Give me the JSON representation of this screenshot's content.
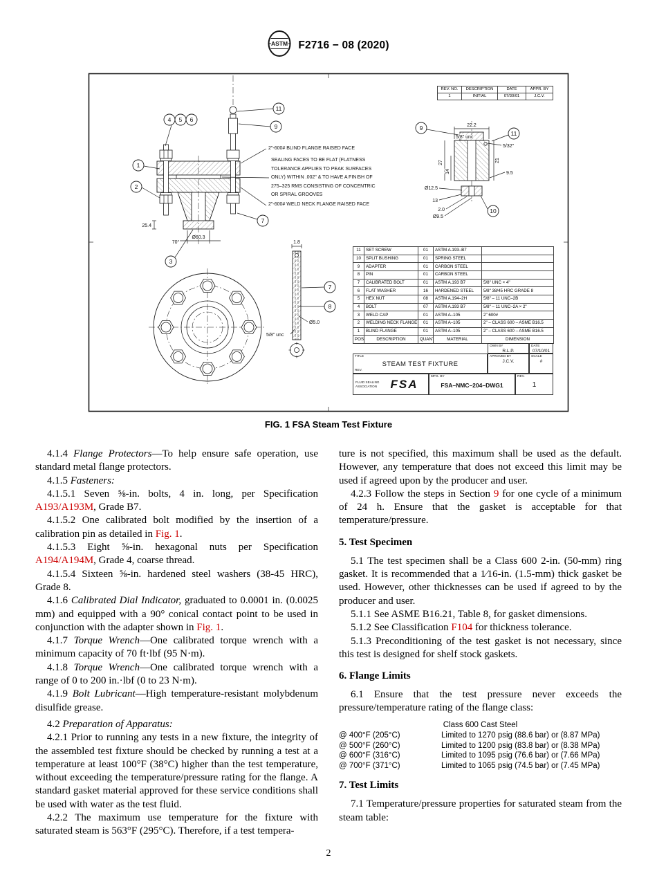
{
  "header": {
    "designation": "F2716 − 08 (2020)",
    "logo_text": "ASTM"
  },
  "figure": {
    "caption": "FIG. 1 FSA Steam Test Fixture",
    "rev_table": {
      "headers": [
        "REV. NO.",
        "DESCRIPTION",
        "DATE",
        "APPR. BY"
      ],
      "rows": [
        [
          "1",
          "INITIAL",
          "07/30/01",
          "J.C.V."
        ]
      ]
    },
    "annotations": {
      "blind": "2\"-600# BLIND FLANGE RAISED FACE",
      "sealing": "SEALING FACES TO BE FLAT (FLATNESS TOLERANCE APPLIES TO PEAK SURFACES ONLY) WITHIN .002\" & TO HAVE A FINISH OF 275–325 RMS CONSISTING OF CONCENTRIC OR SPIRAL GROOVES",
      "weld": "2\"-600# WELD NECK FLANGE RAISED FACE"
    },
    "balloons": [
      "1",
      "2",
      "3",
      "4",
      "5",
      "6",
      "7",
      "8",
      "9",
      "10",
      "11"
    ],
    "dims": {
      "d25_4": "25.4",
      "d70": "70°",
      "d60_3": "Ø60.3",
      "d22_2": "22.2",
      "unc_top": "5/8\" unc",
      "d27": "27",
      "d14": "14",
      "d21": "21",
      "d5_32": "5/32\"",
      "d9_5": "9.5",
      "d12_5": "Ø12.5",
      "d13": "13",
      "d2_0": "2.0",
      "d9_5b": "Ø9.5",
      "d1_8": "1.8",
      "d5_0": "Ø5.0",
      "unc_bolt": "5/8\" unc"
    },
    "bom": {
      "headers": [
        "POS",
        "DESCRIPTION",
        "QUANT",
        "MATERIAL",
        "DIMENSION"
      ],
      "rows": [
        [
          "11",
          "SET SCREW",
          "01",
          "ASTM A.193–B7",
          ""
        ],
        [
          "10",
          "SPLIT BUSHING",
          "01",
          "SPRING STEEL",
          ""
        ],
        [
          "9",
          "ADAPTER",
          "01",
          "CARBON STEEL",
          ""
        ],
        [
          "8",
          "PIN",
          "01",
          "CARBON STEEL",
          ""
        ],
        [
          "7",
          "CALIBRATED BOLT",
          "01",
          "ASTM A.193 B7",
          "5/8\" UNC × 4\""
        ],
        [
          "6",
          "FLAT WASHER",
          "16",
          "HARDENED STEEL",
          "5/8\"  38/45 HRC GRADE 8"
        ],
        [
          "5",
          "HEX NUT",
          "08",
          "ASTM A.194–2H",
          "5/8\" – 11 UNC–2B"
        ],
        [
          "4",
          "BOLT",
          "07",
          "ASTM A.193 B7",
          "5/8\" – 11 UNC–2A × 2\""
        ],
        [
          "3",
          "WELD CAP",
          "01",
          "ASTM A–105",
          "2\" 600#"
        ],
        [
          "2",
          "WELDING NECK FLANGE",
          "01",
          "ASTM A–105",
          "2\" – CLASS 600 – ASME B16.5"
        ],
        [
          "1",
          "BLIND FLANGE",
          "01",
          "ASTM A–105",
          "2\" – CLASS 600 – ASME B16.5"
        ]
      ]
    },
    "title_block": {
      "own_by_label": "OWN BY",
      "own_by": "R.L.P.",
      "date_label": "DATE",
      "date": "07/10/01",
      "title_label": "TITLE",
      "title": "STEAM TEST FIXTURE",
      "rev_small_label": "REV.",
      "approved_label": "APROVED BY",
      "approved": "J.C.V.",
      "scale_label": "SCALE",
      "scale": "#",
      "association_line1": "FLUID SEALING",
      "association_line2": "ASSOCIATION",
      "logo": "FSA",
      "mfg_label": "MFG. BY",
      "drawing_no": "FSA–NMC–204–DWG1",
      "rev_label": "REV.",
      "rev": "1"
    }
  },
  "content": {
    "left": [
      [
        {
          "t": "4.1.4 "
        },
        {
          "t": "Flange Protectors",
          "s": "i"
        },
        {
          "t": "—To help ensure safe operation, use standard metal flange protectors."
        }
      ],
      [
        {
          "t": "4.1.5 "
        },
        {
          "t": "Fasteners:",
          "s": "i"
        }
      ],
      [
        {
          "t": "4.1.5.1 Seven ⅝-in. bolts, 4 in. long, per Specification "
        },
        {
          "t": "A193/A193M",
          "s": "link"
        },
        {
          "t": ", Grade B7."
        }
      ],
      [
        {
          "t": "4.1.5.2 One calibrated bolt modified by the insertion of a calibration pin as detailed in "
        },
        {
          "t": "Fig. 1",
          "s": "link"
        },
        {
          "t": "."
        }
      ],
      [
        {
          "t": "4.1.5.3 Eight ⅝-in. hexagonal nuts per Specification "
        },
        {
          "t": "A194/A194M",
          "s": "link"
        },
        {
          "t": ", Grade 4, coarse thread."
        }
      ],
      [
        {
          "t": "4.1.5.4 Sixteen ⅝-in. hardened steel washers (38-45 HRC), Grade 8."
        }
      ],
      [
        {
          "t": "4.1.6 "
        },
        {
          "t": "Calibrated Dial Indicator,",
          "s": "i"
        },
        {
          "t": " graduated to 0.0001 in. (0.0025 mm) and equipped with a 90° conical contact point to be used in conjunction with the adapter shown in "
        },
        {
          "t": "Fig. 1",
          "s": "link"
        },
        {
          "t": "."
        }
      ],
      [
        {
          "t": "4.1.7 "
        },
        {
          "t": "Torque Wrench",
          "s": "i"
        },
        {
          "t": "—One calibrated torque wrench with a minimum capacity of 70 ft·lbf (95 N·m)."
        }
      ],
      [
        {
          "t": "4.1.8 "
        },
        {
          "t": "Torque Wrench",
          "s": "i"
        },
        {
          "t": "—One calibrated torque wrench with a range of 0 to 200 in.·lbf (0 to 23 N·m)."
        }
      ],
      [
        {
          "t": "4.1.9 "
        },
        {
          "t": "Bolt Lubricant",
          "s": "i"
        },
        {
          "t": "—High temperature-resistant molybdenum disulfide grease."
        }
      ],
      [
        {
          "t": "4.2 "
        },
        {
          "t": "Preparation of Apparatus:",
          "s": "i"
        }
      ],
      [
        {
          "t": "4.2.1 Prior to running any tests in a new fixture, the integrity of the assembled test fixture should be checked by running a test at a temperature at least 100°F (38°C) higher than the test temperature, without exceeding the temperature/pressure rating for the flange. A standard gasket material approved for these service conditions shall be used with water as the test fluid."
        }
      ],
      [
        {
          "t": "4.2.2 The maximum use temperature for the fixture with saturated steam is 563°F (295°C). Therefore, if a test tempera-"
        }
      ]
    ],
    "right": [
      [
        {
          "t": "ture is not specified, this maximum shall be used as the default. However, any temperature that does not exceed this limit may be used if agreed upon by the producer and user."
        }
      ],
      [
        {
          "t": "4.2.3 Follow the steps in Section "
        },
        {
          "t": "9",
          "s": "link"
        },
        {
          "t": " for one cycle of a minimum of 24 h. Ensure that the gasket is acceptable for that temperature/pressure."
        }
      ],
      [
        {
          "t": "5.1 The test specimen shall be a Class 600 2-in. (50-mm) ring gasket. It is recommended that a 1⁄16-in. (1.5-mm) thick gasket be used. However, other thicknesses can be used if agreed to by the producer and user."
        }
      ],
      [
        {
          "t": "5.1.1 See ASME B16.21, Table 8, for gasket dimensions."
        }
      ],
      [
        {
          "t": "5.1.2 See Classification "
        },
        {
          "t": "F104",
          "s": "link"
        },
        {
          "t": " for thickness tolerance."
        }
      ],
      [
        {
          "t": "5.1.3 Preconditioning of the test gasket is not necessary, since this test is designed for shelf stock gaskets."
        }
      ],
      [
        {
          "t": "6.1 Ensure that the test pressure never exceeds the pressure/temperature rating of the flange class:"
        }
      ],
      [
        {
          "t": "7.1 Temperature/pressure properties for saturated steam from the steam table:"
        }
      ]
    ],
    "headings": {
      "s5": "5. Test Specimen",
      "s6": "6. Flange Limits",
      "s7": "7. Test Limits"
    },
    "flange_table": {
      "title": "Class 600 Cast Steel",
      "rows": [
        [
          "@ 400°F (205°C)",
          "Limited to 1270 psig (88.6 bar) or (8.87 MPa)"
        ],
        [
          "@ 500°F (260°C)",
          "Limited to 1200 psig (83.8 bar) or (8.38 MPa)"
        ],
        [
          "@ 600°F (316°C)",
          "Limited to 1095 psig (76.6 bar) or (7.66 MPa)"
        ],
        [
          "@ 700°F (371°C)",
          "Limited to 1065 psig (74.5 bar) or (7.45 MPa)"
        ]
      ]
    }
  },
  "page_number": "2"
}
